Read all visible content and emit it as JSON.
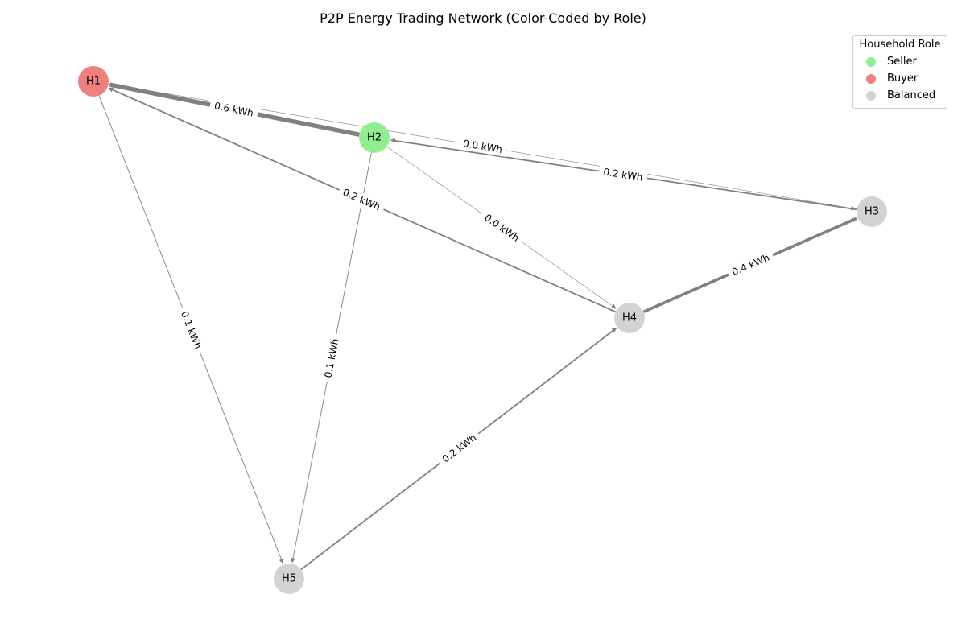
{
  "title": "P2P Energy Trading Network (Color-Coded by Role)",
  "legend": {
    "title": "Household Role",
    "items": [
      {
        "label": "Seller",
        "color": "#90ee90"
      },
      {
        "label": "Buyer",
        "color": "#f08080"
      },
      {
        "label": "Balanced",
        "color": "#d3d3d3"
      }
    ]
  },
  "nodes": [
    {
      "id": "H1",
      "role": "Buyer"
    },
    {
      "id": "H2",
      "role": "Seller"
    },
    {
      "id": "H3",
      "role": "Balanced"
    },
    {
      "id": "H4",
      "role": "Balanced"
    },
    {
      "id": "H5",
      "role": "Balanced"
    }
  ],
  "edges": [
    {
      "from": "H2",
      "to": "H1",
      "amount_kwh": 0.6,
      "label": "0.6 kWh"
    },
    {
      "from": "H1",
      "to": "H3",
      "amount_kwh": 0.0,
      "label": "0.0 kWh"
    },
    {
      "from": "H3",
      "to": "H2",
      "amount_kwh": 0.2,
      "label": "0.2 kWh"
    },
    {
      "from": "H4",
      "to": "H1",
      "amount_kwh": 0.2,
      "label": "0.2 kWh"
    },
    {
      "from": "H2",
      "to": "H4",
      "amount_kwh": 0.0,
      "label": "0.0 kWh"
    },
    {
      "from": "H4",
      "to": "H3",
      "amount_kwh": 0.4,
      "label": "0.4 kWh"
    },
    {
      "from": "H1",
      "to": "H5",
      "amount_kwh": 0.1,
      "label": "0.1 kWh"
    },
    {
      "from": "H2",
      "to": "H5",
      "amount_kwh": 0.1,
      "label": "0.1 kWh"
    },
    {
      "from": "H5",
      "to": "H4",
      "amount_kwh": 0.2,
      "label": "0.2 kWh"
    }
  ]
}
